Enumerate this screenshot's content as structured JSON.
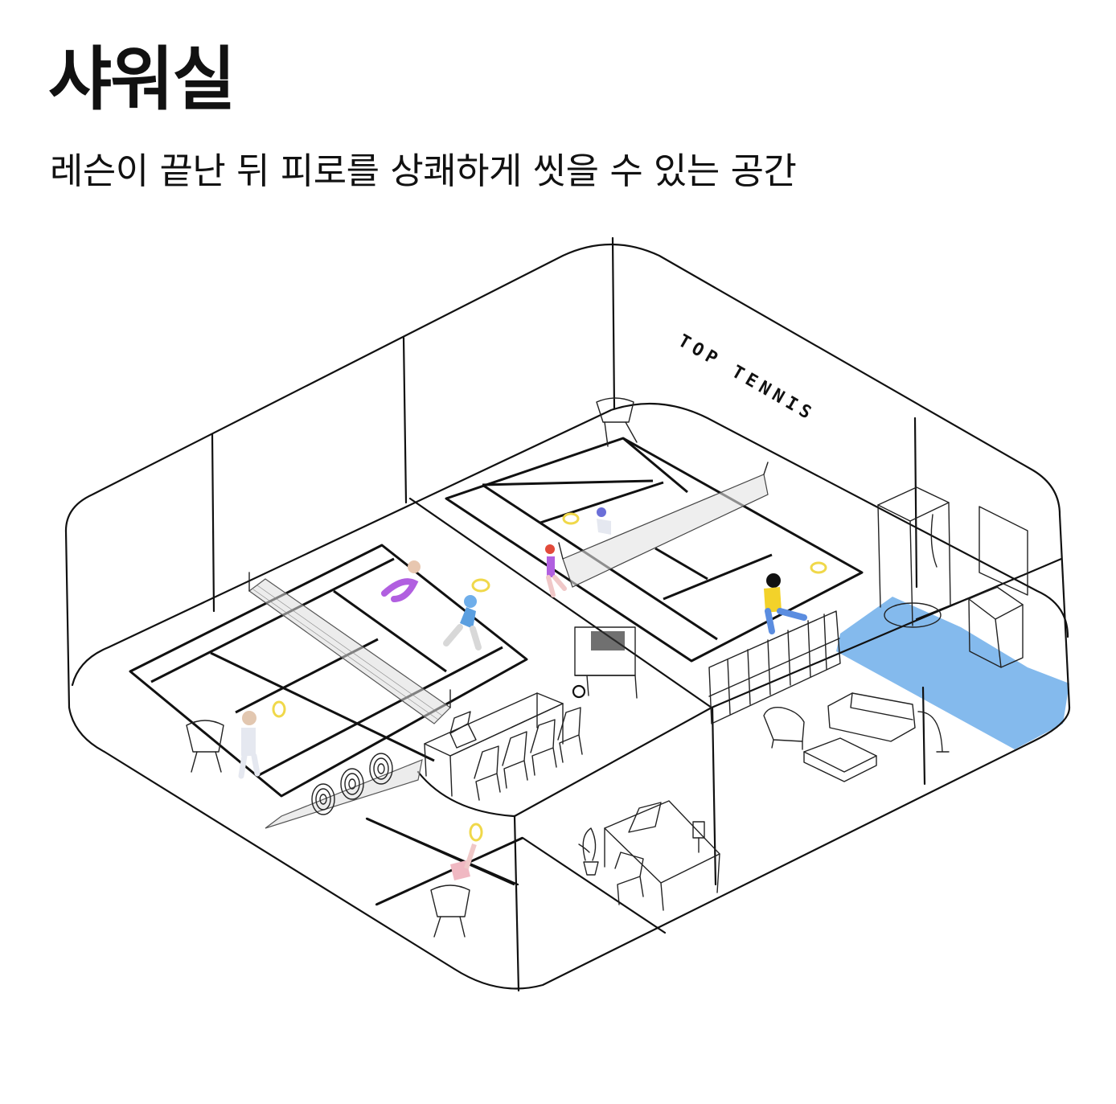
{
  "header": {
    "title": "샤워실",
    "subtitle": "레슨이 끝난 뒤 피로를 상쾌하게 씻을 수 있는 공간"
  },
  "illustration": {
    "wall_sign": "TOP TENNIS",
    "highlight_color": "#6faeea",
    "line_color": "#111111"
  }
}
